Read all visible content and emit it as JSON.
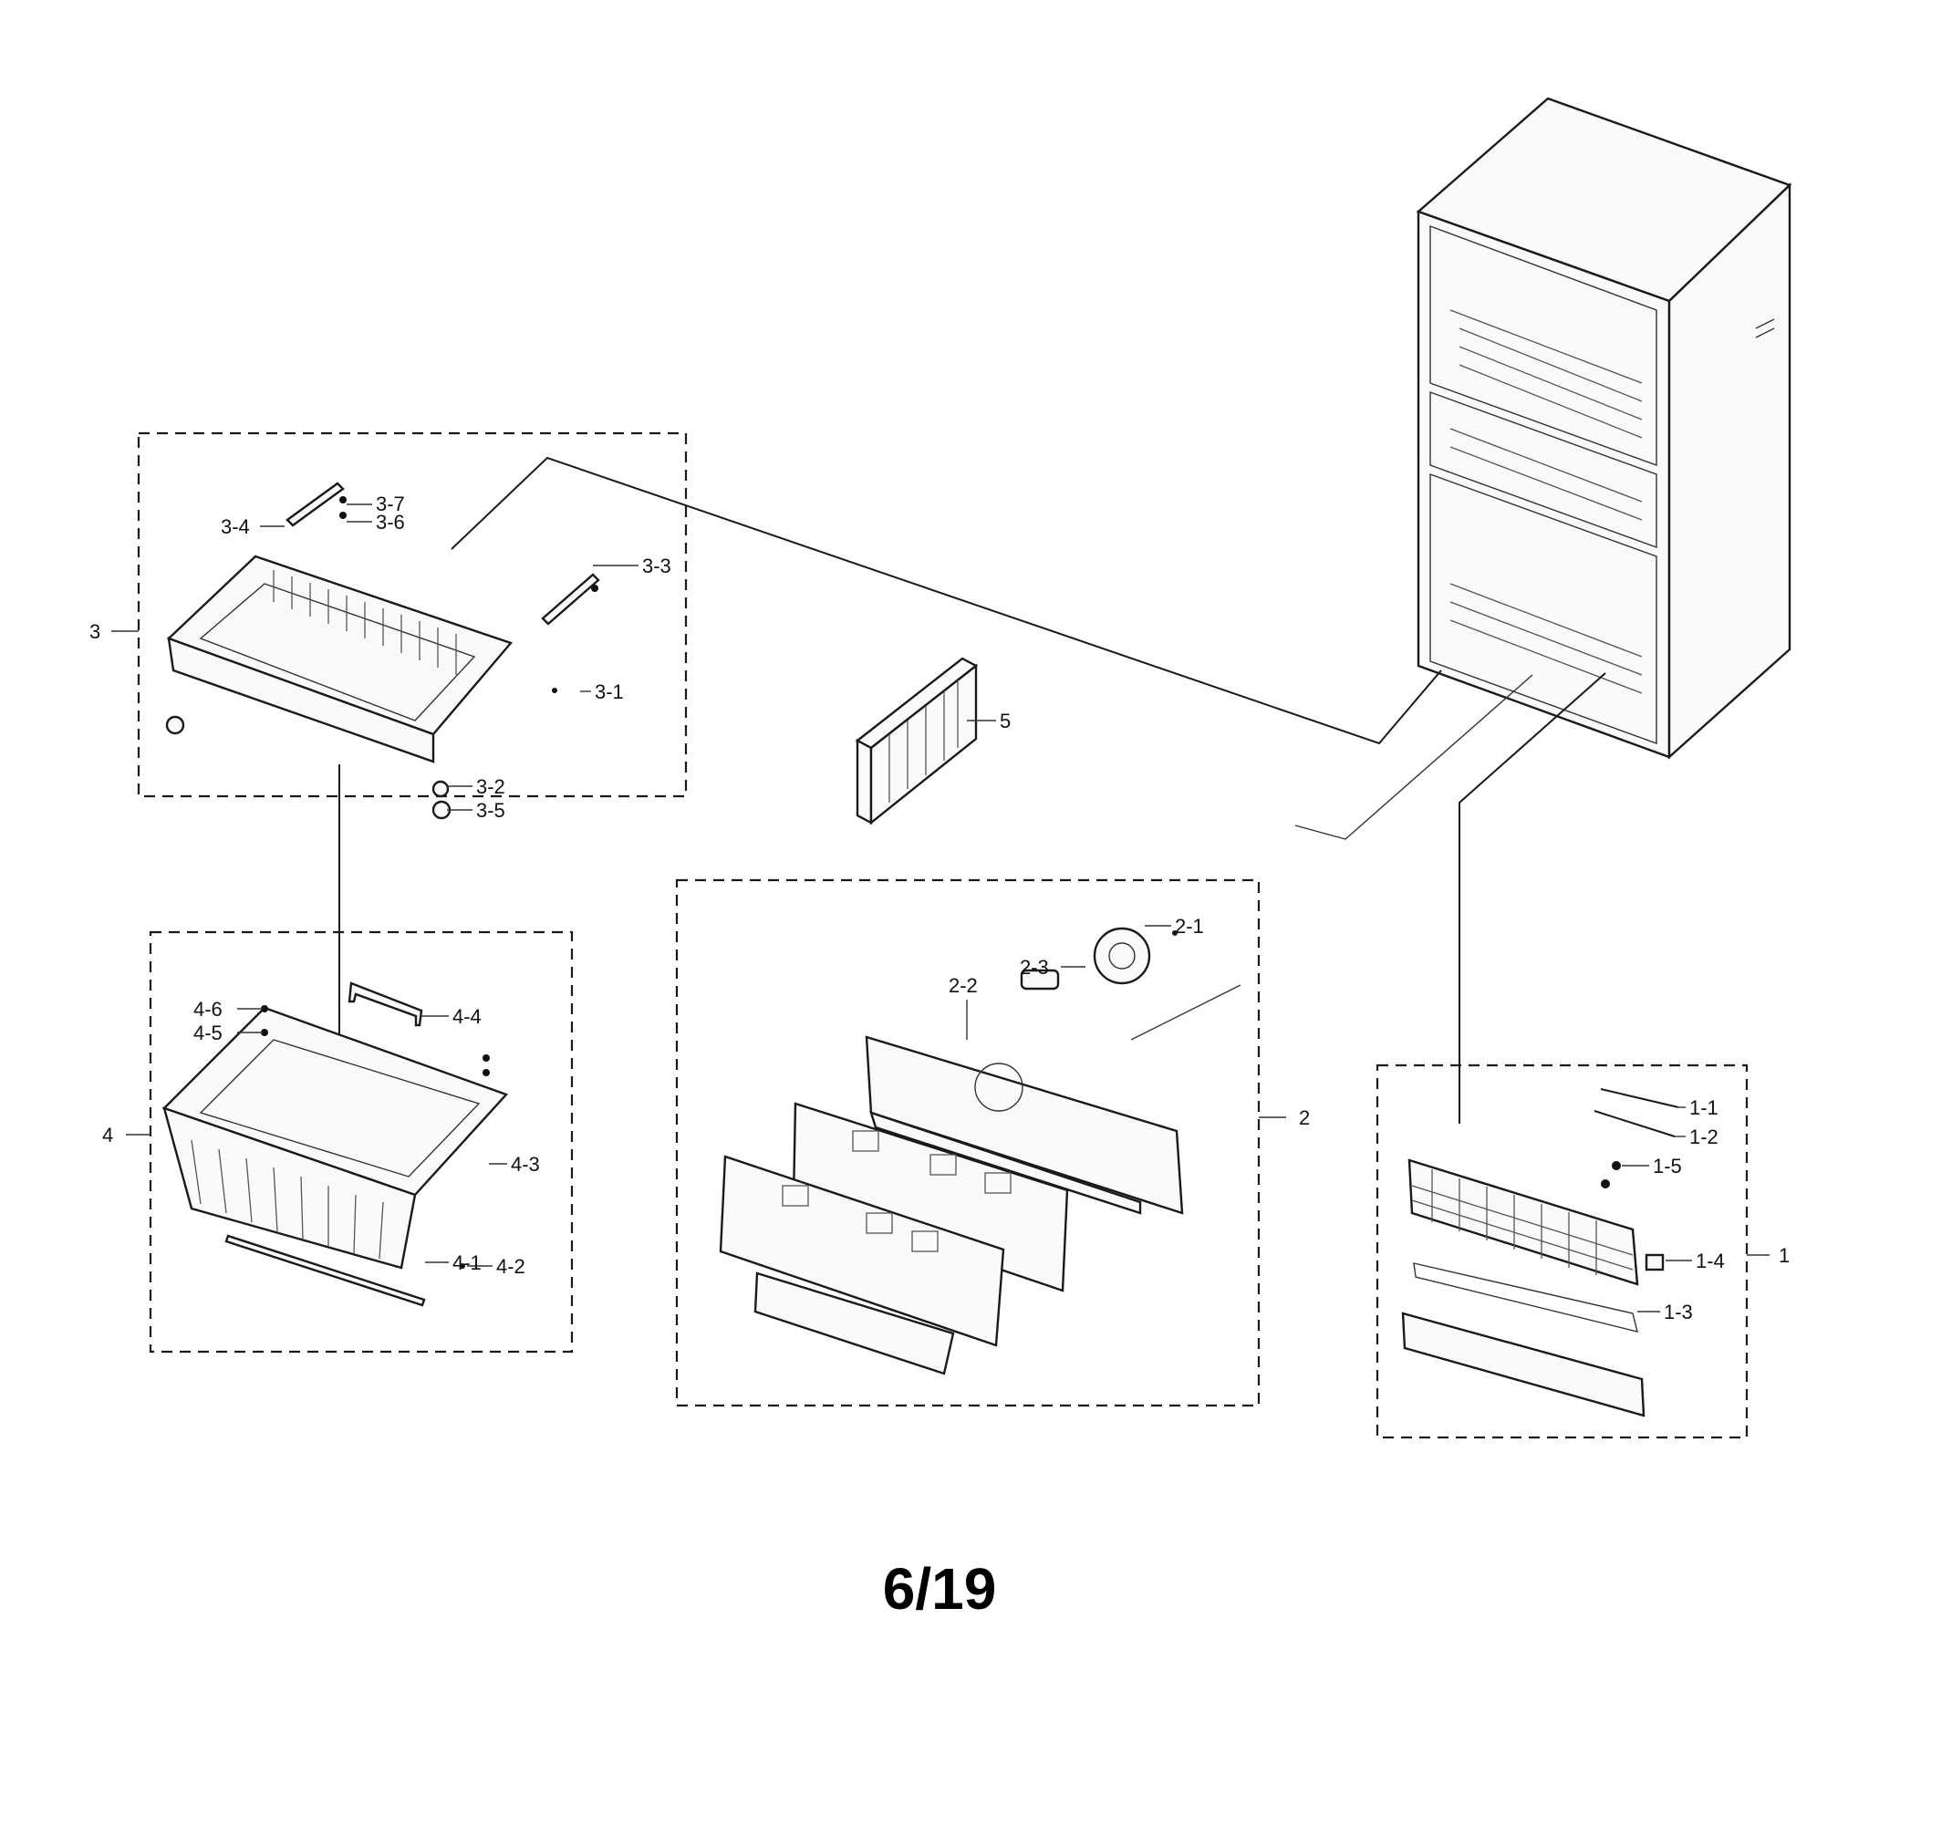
{
  "page_number": "6/19",
  "assemblies": [
    {
      "id": "3",
      "label": "3"
    },
    {
      "id": "4",
      "label": "4"
    },
    {
      "id": "2",
      "label": "2"
    },
    {
      "id": "1",
      "label": "1"
    },
    {
      "id": "5",
      "label": "5"
    }
  ],
  "parts": {
    "p3_1": "3-1",
    "p3_2": "3-2",
    "p3_3": "3-3",
    "p3_4": "3-4",
    "p3_5": "3-5",
    "p3_6": "3-6",
    "p3_7": "3-7",
    "p4_1": "4-1",
    "p4_2": "4-2",
    "p4_3": "4-3",
    "p4_4": "4-4",
    "p4_5": "4-5",
    "p4_6": "4-6",
    "p2_1": "2-1",
    "p2_2": "2-2",
    "p2_3": "2-3",
    "p1_1": "1-1",
    "p1_2": "1-2",
    "p1_3": "1-3",
    "p1_4": "1-4",
    "p1_5": "1-5"
  }
}
